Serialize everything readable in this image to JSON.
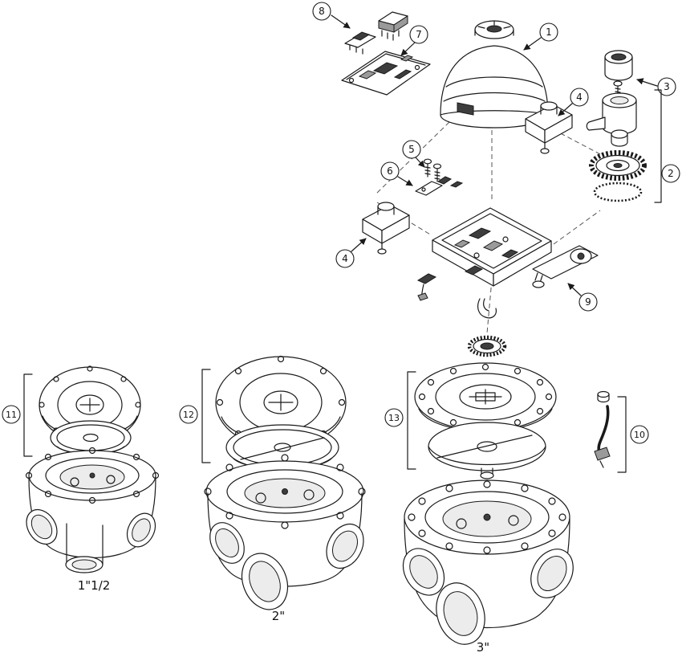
{
  "colors": {
    "line": "#1a1a1a",
    "background": "#ffffff",
    "shade_dark": "#3d3d3d",
    "shade_mid": "#9a9a9a",
    "shade_light": "#ececec"
  },
  "diagram": {
    "description": "Exploded parts diagram of a valve actuator and three diverter valve bodies",
    "callouts": [
      {
        "label": "8"
      },
      {
        "label": "7"
      },
      {
        "label": "1"
      },
      {
        "label": "3"
      },
      {
        "label": "4"
      },
      {
        "label": "2"
      },
      {
        "label": "5"
      },
      {
        "label": "6"
      },
      {
        "label": "4"
      },
      {
        "label": "9"
      },
      {
        "label": "11"
      },
      {
        "label": "12"
      },
      {
        "label": "13"
      },
      {
        "label": "10"
      }
    ],
    "size_labels": [
      {
        "text": "1\"1/2"
      },
      {
        "text": "2\""
      },
      {
        "text": "3\""
      }
    ]
  }
}
